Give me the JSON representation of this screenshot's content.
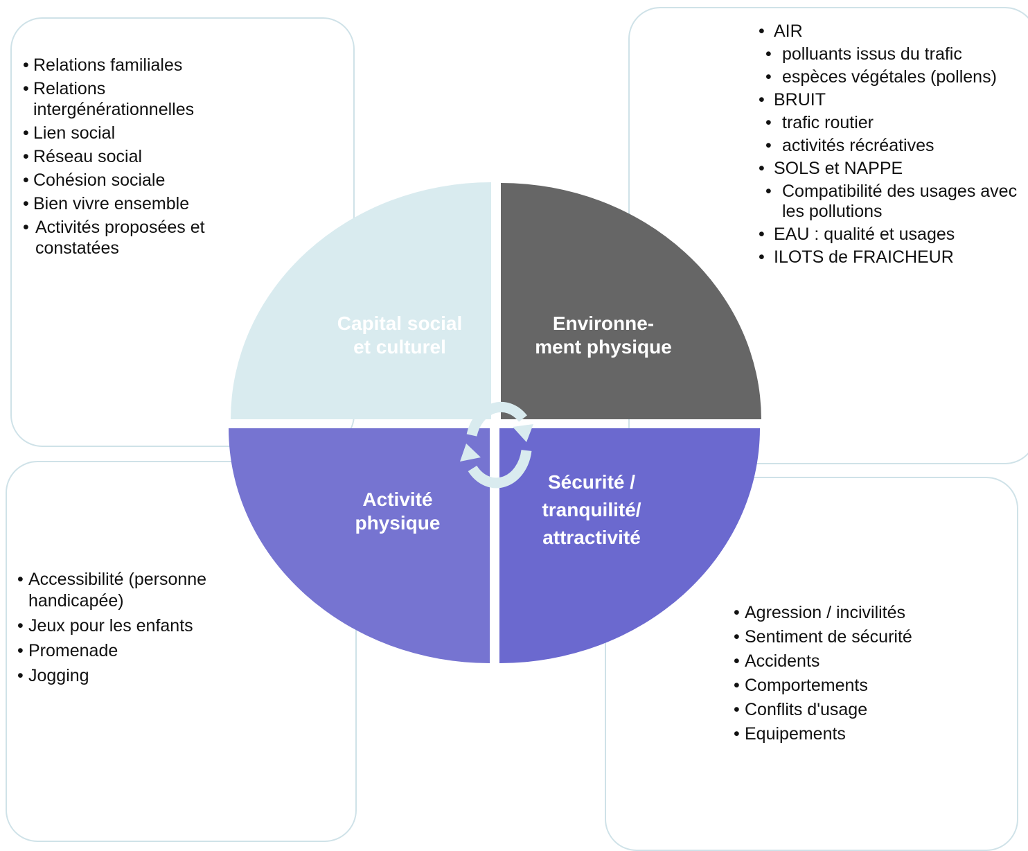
{
  "colors": {
    "card_border": "#cfe2e8",
    "social": "#d9ebef",
    "environment": "#666666",
    "activity": "#7674d1",
    "security": "#6b69cf",
    "cycle": "#d9ebef"
  },
  "quadrants": {
    "social": {
      "label_line1": "Capital social",
      "label_line2": "et culturel"
    },
    "environment": {
      "label_line1": "Environne-",
      "label_line2": "ment physique"
    },
    "activity": {
      "label_line1": "Activité",
      "label_line2": "physique"
    },
    "security": {
      "label_line1": "Sécurité /",
      "label_line2": "tranquilité/",
      "label_line3": "attractivité"
    }
  },
  "cards": {
    "social": {
      "bullet": "•",
      "items": [
        "Relations familiales",
        "Relations intergénérationnelles",
        "Lien social",
        "Réseau social",
        "Cohésion sociale",
        "Bien vivre ensemble",
        "Activités proposées et constatées"
      ]
    },
    "environment": {
      "bullet": "•",
      "items": [
        "AIR",
        "polluants issus du trafic",
        "espèces végétales (pollens)",
        "BRUIT",
        "trafic routier",
        "activités récréatives",
        "SOLS et NAPPE",
        "Compatibilité des usages avec les pollutions",
        "EAU : qualité et usages",
        "ILOTS de FRAICHEUR"
      ]
    },
    "activity": {
      "bullet": "•",
      "items": [
        "Accessibilité (personne handicapée)",
        "Jeux pour les enfants",
        "Promenade",
        "Jogging"
      ]
    },
    "security": {
      "bullet": "•",
      "items": [
        "Agression / incivilités",
        "Sentiment de sécurité",
        "Accidents",
        "Comportements",
        "Conflits d'usage",
        "Equipements"
      ]
    }
  }
}
